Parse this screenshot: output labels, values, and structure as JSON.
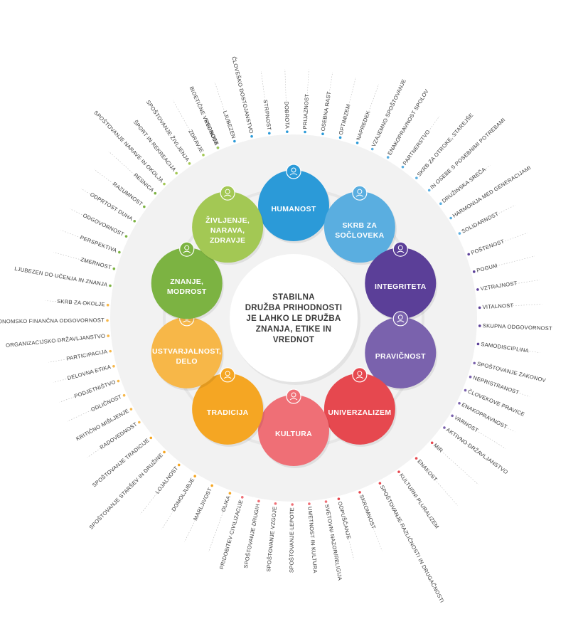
{
  "center": {
    "lines": [
      "STABILNA",
      "DRUŽBA PRIHODNOSTI",
      "JE LAHKO LE DRUŽBA",
      "ZNANJA, ETIKE IN",
      "VREDNOT"
    ]
  },
  "values": [
    {
      "id": "humanost",
      "lines": [
        "HUMANOST"
      ],
      "color": "#2b9ad8",
      "icon": "person-icon",
      "items": [
        "SVOBODA",
        "LJUBEZEN",
        "ČLOVEŠKO DOSTOJANSTVO",
        "STRPNOST",
        "DOBROTA",
        "PRIJAZNOST",
        "OSEBNA RAST",
        "OPTIMIZEM",
        "NAPREDEK"
      ]
    },
    {
      "id": "skrb",
      "lines": [
        "SKRB ZA",
        "SOČLOVEKA"
      ],
      "color": "#5aaee0",
      "icon": "helping-hand-icon",
      "items": [
        "VZAJEMNO SPOŠTOVANJE",
        "ENAKOPRAVNOST SPOLOV",
        "PARTNERSTVO",
        "SKRB ZA OTROKE, STAREJŠE",
        "IN OSEBE S POSEBNIMI POTREBAMI",
        "DRUŽINSKA SREČA",
        "HARMONIJA MED GENERACIJAMI",
        "SOLIDARNOST"
      ]
    },
    {
      "id": "integriteta",
      "lines": [
        "INTEGRITETA"
      ],
      "color": "#5b3f98",
      "icon": "shield-icon",
      "items": [
        "POŠTENOST",
        "POGUM",
        "VZTRAJNOST",
        "VITALNOST",
        "SKUPNA ODGOVORNOST",
        "SAMODISCIPLINA"
      ]
    },
    {
      "id": "pravicnost",
      "lines": [
        "PRAVIČNOST"
      ],
      "color": "#7a62ad",
      "icon": "scales-icon",
      "items": [
        "SPOŠTOVANJE ZAKONOV",
        "NEPRISTRANOST",
        "ČLOVEKOVE PRAVICE",
        "ENAKOPRAVNOST",
        "VARNOST",
        "AKTIVNO DRŽAVLJANSTVO"
      ]
    },
    {
      "id": "univerzalizem",
      "lines": [
        "UNIVERZALIZEM"
      ],
      "color": "#e6484f",
      "icon": "globe-icon",
      "items": [
        "MIR",
        "ENAKOST",
        "KULTURNI PLURALIZEM",
        "SPOŠTOVANJE RAZLIČNOSTI IN DRUGAČNOSTI",
        "SKROMNOST",
        "ODPUŠČANJE"
      ]
    },
    {
      "id": "kultura",
      "lines": [
        "KULTURA"
      ],
      "color": "#ef6f76",
      "icon": "temple-icon",
      "items": [
        "SVETOVNI NAZOR/RELIGIJA",
        "UMETNOST IN KULTURA",
        "SPOŠTOVANJE LEPOTE",
        "SPOŠTOVANJE VZGOJE",
        "SPOŠTOVANJE DRUGIH",
        "PRIDOBITEV CIVILIZACIJE"
      ]
    },
    {
      "id": "tradicija",
      "lines": [
        "TRADICIJA"
      ],
      "color": "#f5a623",
      "icon": "crown-icon",
      "items": [
        "OLIKA",
        "MARLJIVOST",
        "DOMOLJUBJE",
        "LOJALNOST",
        "SPOŠTOVANJE STARŠEV IN DRUŽINE",
        "SPOŠTOVANJE TRADICIJE"
      ]
    },
    {
      "id": "ustvarjalnost",
      "lines": [
        "USTVARJALNOST,",
        "DELO"
      ],
      "color": "#f7b748",
      "icon": "lightbulb-icon",
      "items": [
        "RADOVEDNOST",
        "KRITIČNO MIŠLJENJE",
        "ODLIČNOST",
        "PODJETNIŠTVO",
        "DELOVNA ETIKA",
        "PARTICIPACIJA",
        "ORGANIZACIJSKO DRŽAVLJANSTVO",
        "EKONOMSKO FINANČNA ODGOVORNOST",
        "SKRB ZA OKOLJE"
      ]
    },
    {
      "id": "znanje",
      "lines": [
        "ZNANJE,",
        "MODROST"
      ],
      "color": "#7cb342",
      "icon": "book-icon",
      "items": [
        "LJUBEZEN DO UČENJA IN ZNANJA",
        "ZMERNOST",
        "PERSPEKTIVA",
        "ODGOVORNOST",
        "ODPRTOST DUHA",
        "RAZUMNOST",
        "RESNICA"
      ]
    },
    {
      "id": "zivljenje",
      "lines": [
        "ŽIVLJENJE,",
        "NARAVA,",
        "ZDRAVJE"
      ],
      "color": "#a3c854",
      "icon": "leaf-icon",
      "items": [
        "SPOŠTOVANJE NARAVE IN OKOLJA",
        "ŠPORT IN REKREACIJA",
        "SPOŠTOVANJE ŽIVLJENJA",
        "ZDRAVJE",
        "BIOETIČNE VREDNOTE"
      ]
    }
  ]
}
